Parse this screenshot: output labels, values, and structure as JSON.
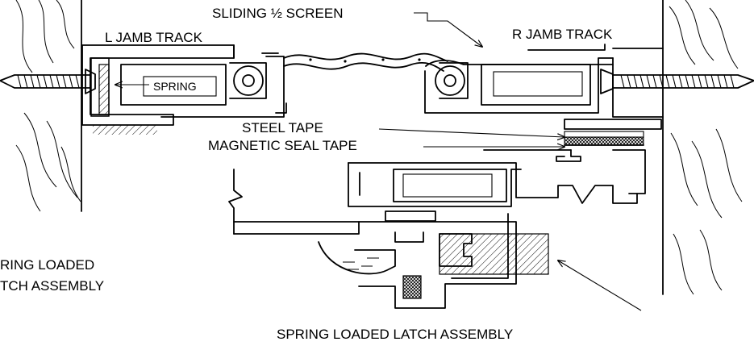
{
  "labels": {
    "sliding_screen": "SLIDING ½ SCREEN",
    "l_jamb_track": "L JAMB TRACK",
    "r_jamb_track": "R JAMB TRACK",
    "spring": "SPRING",
    "steel_tape": "STEEL TAPE",
    "magnetic_seal_tape": "MAGNETIC SEAL TAPE",
    "spring_loaded_left_line1": "RING LOADED",
    "spring_loaded_left_line2": "TCH ASSEMBLY",
    "spring_loaded_bottom": "SPRING LOADED LATCH ASSEMBLY"
  },
  "colors": {
    "ink": "#000000",
    "paper": "#ffffff"
  }
}
